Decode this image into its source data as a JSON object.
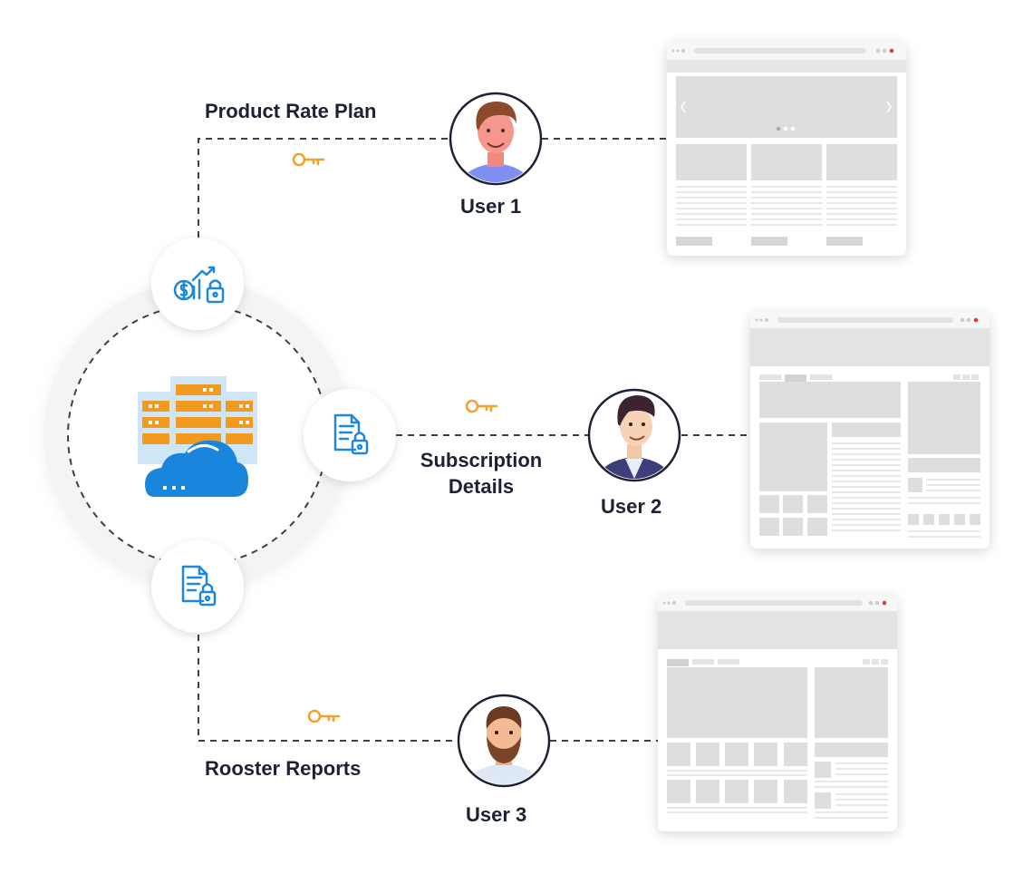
{
  "colors": {
    "text": "#1c2233",
    "dashed_line": "#3a3f4b",
    "key": "#f2a12a",
    "icon_blue": "#1e88d8",
    "server_orange": "#f39a1e",
    "cloud_blue": "#1a85dc",
    "placeholder_gray": "#d9d9d9",
    "close_dot": "#e53935"
  },
  "channels": [
    {
      "id": "product-rate-plan",
      "label": "Product Rate Plan",
      "user": "User 1",
      "hub_icon": "money-growth-lock-icon"
    },
    {
      "id": "subscription-details",
      "label_lines": [
        "Subscription",
        "Details"
      ],
      "user": "User 2",
      "hub_icon": "document-lock-icon"
    },
    {
      "id": "rooster-reports",
      "label": "Rooster Reports",
      "user": "User 3",
      "hub_icon": "document-lock-icon"
    }
  ],
  "hub": {
    "center_icon": "cloud-server-icon"
  },
  "connector_icon": "key-icon"
}
